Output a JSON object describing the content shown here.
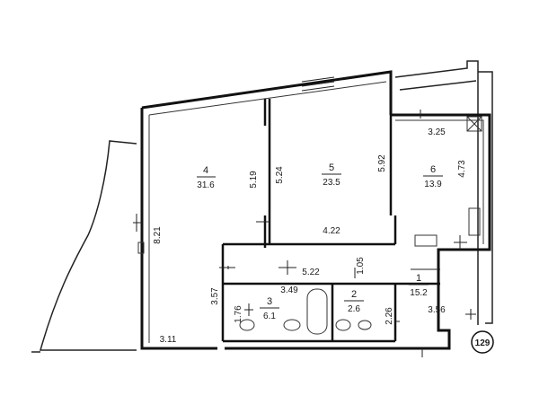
{
  "plan": {
    "apartment_number": "129",
    "rooms": [
      {
        "id": "4",
        "area": "31.6"
      },
      {
        "id": "5",
        "area": "23.5"
      },
      {
        "id": "6",
        "area": "13.9"
      },
      {
        "id": "1",
        "area": "15.2"
      },
      {
        "id": "3",
        "area": "6.1"
      },
      {
        "id": "2",
        "area": "2.6"
      }
    ],
    "dimensions": [
      "8.21",
      "5.19",
      "5.24",
      "5.92",
      "3.25",
      "4.73",
      "4.22",
      "5.22",
      "1.05",
      "3.49",
      "3.57",
      "1.76",
      "2.26",
      "3.56",
      "3.11"
    ]
  }
}
